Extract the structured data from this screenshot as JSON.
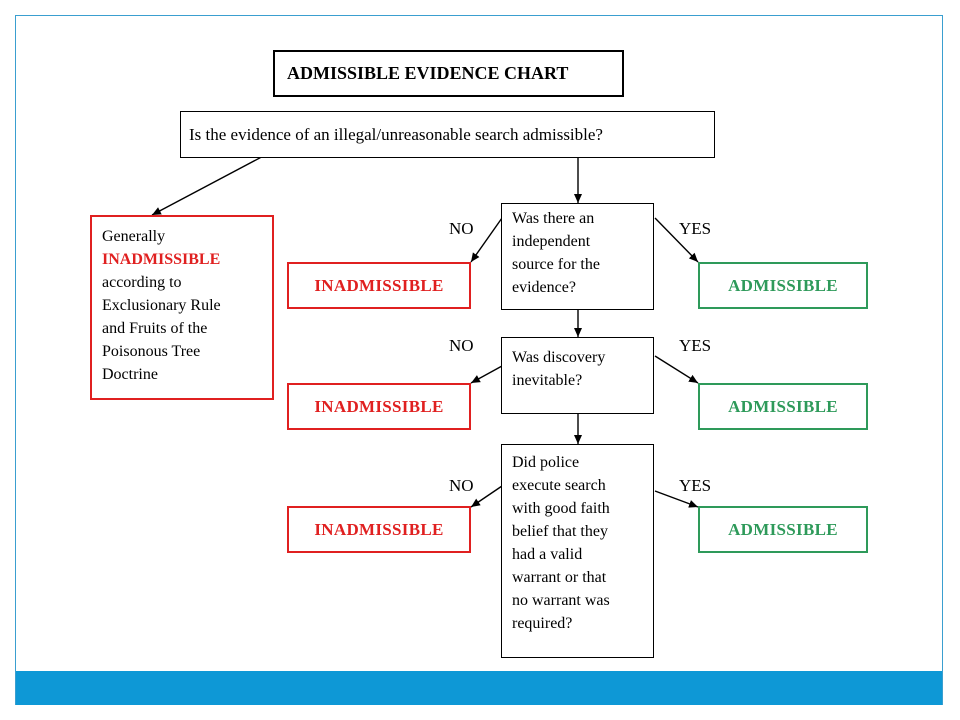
{
  "title": "ADMISSIBLE EVIDENCE CHART",
  "main_question": "Is the evidence of an illegal/unreasonable search admissible?",
  "generally_box": {
    "line1": "Generally",
    "highlight": "INADMISSIBLE",
    "line3": "according to",
    "line4": "Exclusionary Rule",
    "line5": "and Fruits of the",
    "line6": "Poisonous Tree",
    "line7": "Doctrine"
  },
  "steps": [
    {
      "question_lines": [
        "Was there an",
        "independent",
        "source for the",
        "evidence?"
      ],
      "no_label": "NO",
      "yes_label": "YES",
      "no_outcome": "INADMISSIBLE",
      "yes_outcome": "ADMISSIBLE"
    },
    {
      "question_lines": [
        "Was discovery",
        "inevitable?"
      ],
      "no_label": "NO",
      "yes_label": "YES",
      "no_outcome": "INADMISSIBLE",
      "yes_outcome": "ADMISSIBLE"
    },
    {
      "question_lines": [
        "Did police",
        "execute search",
        "with good faith",
        "belief that they",
        "had a valid",
        "warrant or that",
        "no warrant was",
        "required?"
      ],
      "no_label": "NO",
      "yes_label": "YES",
      "no_outcome": "INADMISSIBLE",
      "yes_outcome": "ADMISSIBLE"
    }
  ],
  "colors": {
    "red": "#e02020",
    "green": "#2e9a5a",
    "accent_bar": "#0e98d6",
    "frame": "#3a9fd0"
  }
}
